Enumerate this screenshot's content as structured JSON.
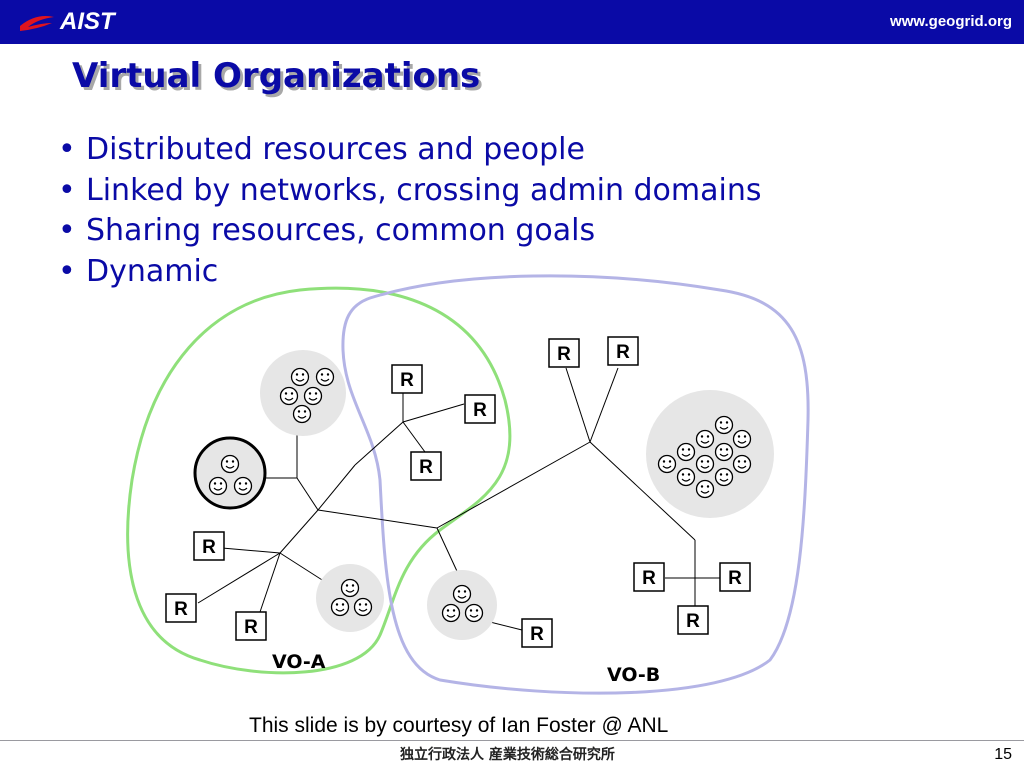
{
  "header": {
    "logo_text": "AIST",
    "site_url": "www.geogrid.org",
    "background": "#0a0aa6",
    "logo_swoosh_color": "#e0141e"
  },
  "slide": {
    "title": "Virtual Organizations",
    "bullets": [
      "Distributed resources and people",
      "Linked by networks, crossing admin domains",
      "Sharing resources, common goals",
      "Dynamic"
    ],
    "bullet_char": "•",
    "text_color": "#0a0aa6"
  },
  "diagram": {
    "resource_label": "R",
    "vo_a_label": "VO-A",
    "vo_b_label": "VO-B",
    "vo_a_color": "#8fe07a",
    "vo_b_color": "#b4b4e6",
    "group_fill": "#e6e6e6",
    "smiley_char": "☺"
  },
  "footer": {
    "courtesy": "This slide is by courtesy of Ian Foster @ ANL",
    "org_name": "独立行政法人 産業技術総合研究所",
    "page_number": "15"
  }
}
